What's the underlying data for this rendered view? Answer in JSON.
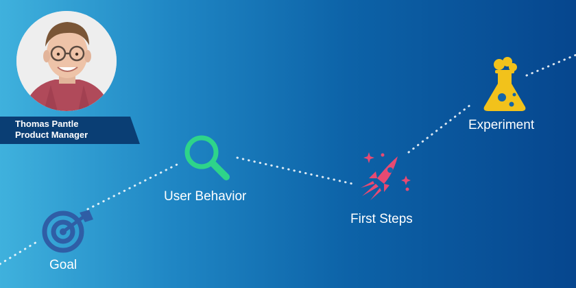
{
  "person": {
    "name": "Thomas Pantle",
    "role": "Product Manager"
  },
  "steps": [
    {
      "label": "Goal",
      "icon": "target-icon"
    },
    {
      "label": "User Behavior",
      "icon": "magnifier-icon"
    },
    {
      "label": "First Steps",
      "icon": "rocket-icon"
    },
    {
      "label": "Experiment",
      "icon": "flask-icon"
    }
  ],
  "colors": {
    "goal_icon": "#2f5ea6",
    "magnifier_icon": "#2ed48a",
    "rocket_icon": "#e84a72",
    "flask_icon": "#f2c21b",
    "banner_dark": "#0a3e74",
    "banner_light": "#2f6fb0"
  }
}
